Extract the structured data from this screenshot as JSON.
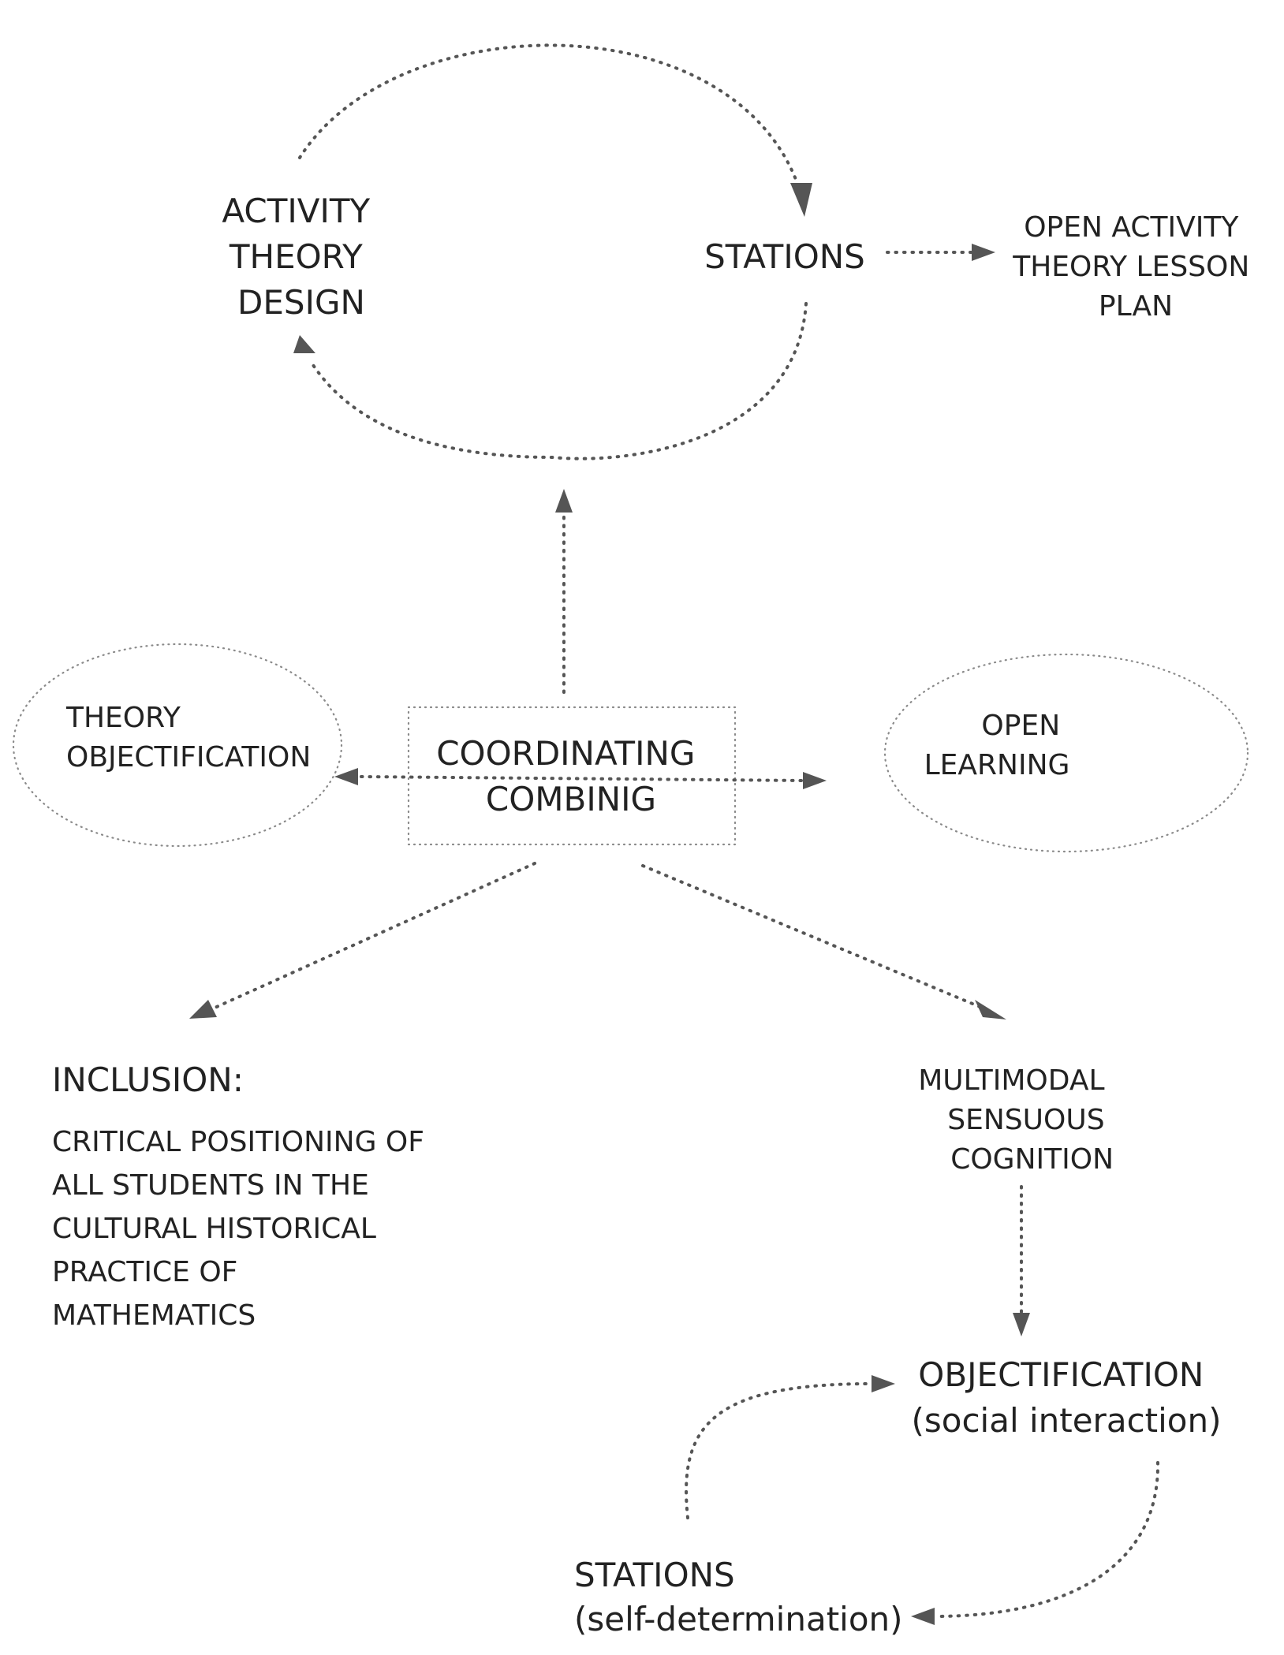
{
  "nodes": {
    "activity_theory_design": [
      "ACTIVITY",
      "THEORY",
      "DESIGN"
    ],
    "stations_top": "STATIONS",
    "open_activity_plan": [
      "OPEN ACTIVITY",
      "THEORY LESSON",
      "PLAN"
    ],
    "theory_objectification": [
      "THEORY",
      "OBJECTIFICATION"
    ],
    "coordinating": [
      "COORDINATING",
      "COMBINIG"
    ],
    "open_learning": [
      "OPEN",
      "LEARNING"
    ],
    "inclusion_title": "INCLUSION:",
    "inclusion_body": [
      "CRITICAL POSITIONING OF",
      "ALL STUDENTS IN THE",
      "CULTURAL HISTORICAL",
      "PRACTICE OF",
      "MATHEMATICS"
    ],
    "multimodal": [
      "MULTIMODAL",
      "SENSUOUS",
      "COGNITION"
    ],
    "objectification": [
      "OBJECTIFICATION",
      "(social interaction)"
    ],
    "stations_bottom": [
      "STATIONS",
      "(self-determination)"
    ]
  },
  "colors": {
    "text": "#222222",
    "arrow": "#555555",
    "outline": "#8a8a8a"
  }
}
